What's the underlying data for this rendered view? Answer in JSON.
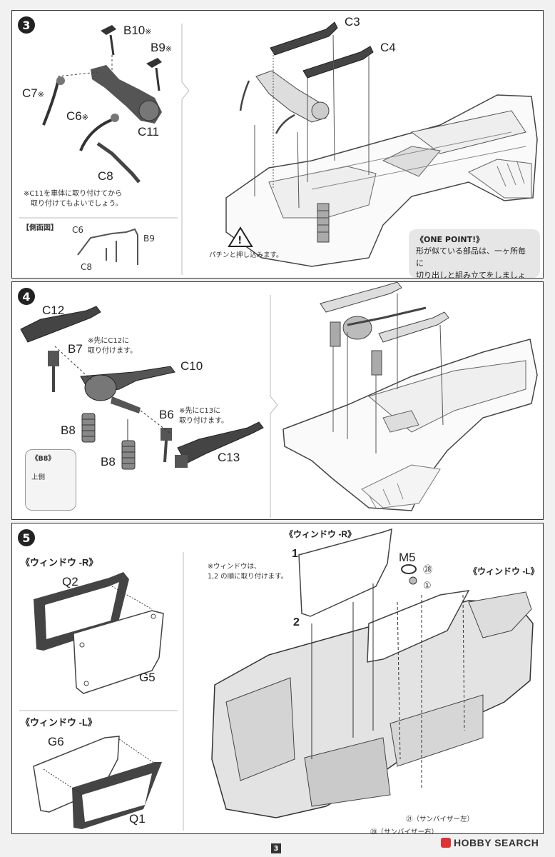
{
  "step3": {
    "num": "3",
    "labels": {
      "b10": "B10",
      "b9": "B9",
      "c7": "C7",
      "c6": "C6",
      "c11": "C11",
      "c8": "C8",
      "c3": "C3",
      "c4": "C4"
    },
    "mark": "※",
    "note_c11": "※C11を車体に取り付けてから\n　取り付けてもよいでしょう。",
    "side_view_title": "【側面図】",
    "side_labels": {
      "c6": "C6",
      "b9": "B9",
      "c8": "C8"
    },
    "press_note": "パチンと押し込みます。",
    "one_point_title": "《ONE POINT!》",
    "one_point_body": "形が似ている部品は、一ヶ所毎に\n切り出しと組み立てをしましょう。"
  },
  "step4": {
    "num": "4",
    "labels": {
      "c12": "C12",
      "b7": "B7",
      "c10": "C10",
      "b6": "B6",
      "b8a": "B8",
      "b8b": "B8",
      "c13": "C13"
    },
    "note_b7": "※先にC12に\n取り付けます。",
    "note_b6": "※先にC13に\n取り付けます。",
    "b8_box_title": "《B8》",
    "b8_box_up": "上側"
  },
  "step5": {
    "num": "5",
    "window_r_title": "《ウィンドウ -R》",
    "window_l_title": "《ウィンドウ -L》",
    "labels": {
      "q2": "Q2",
      "g5": "G5",
      "g6": "G6",
      "q1": "Q1",
      "m5": "M5"
    },
    "order_note_1": "※ウィンドウは、",
    "order_note_2": "1,2 の順に取り付けます。",
    "main_window_r": "《ウィンドウ -R》",
    "main_window_l": "《ウィンドウ -L》",
    "step_1": "1",
    "step_2": "2",
    "decal_28": "㉘",
    "decal_1": "①",
    "sunvisor_left": "㉑（サンバイザー左）",
    "sunvisor_right": "⑳（サンバイザー右）"
  },
  "footer": {
    "page": "3",
    "logo": "HOBBY SEARCH"
  }
}
